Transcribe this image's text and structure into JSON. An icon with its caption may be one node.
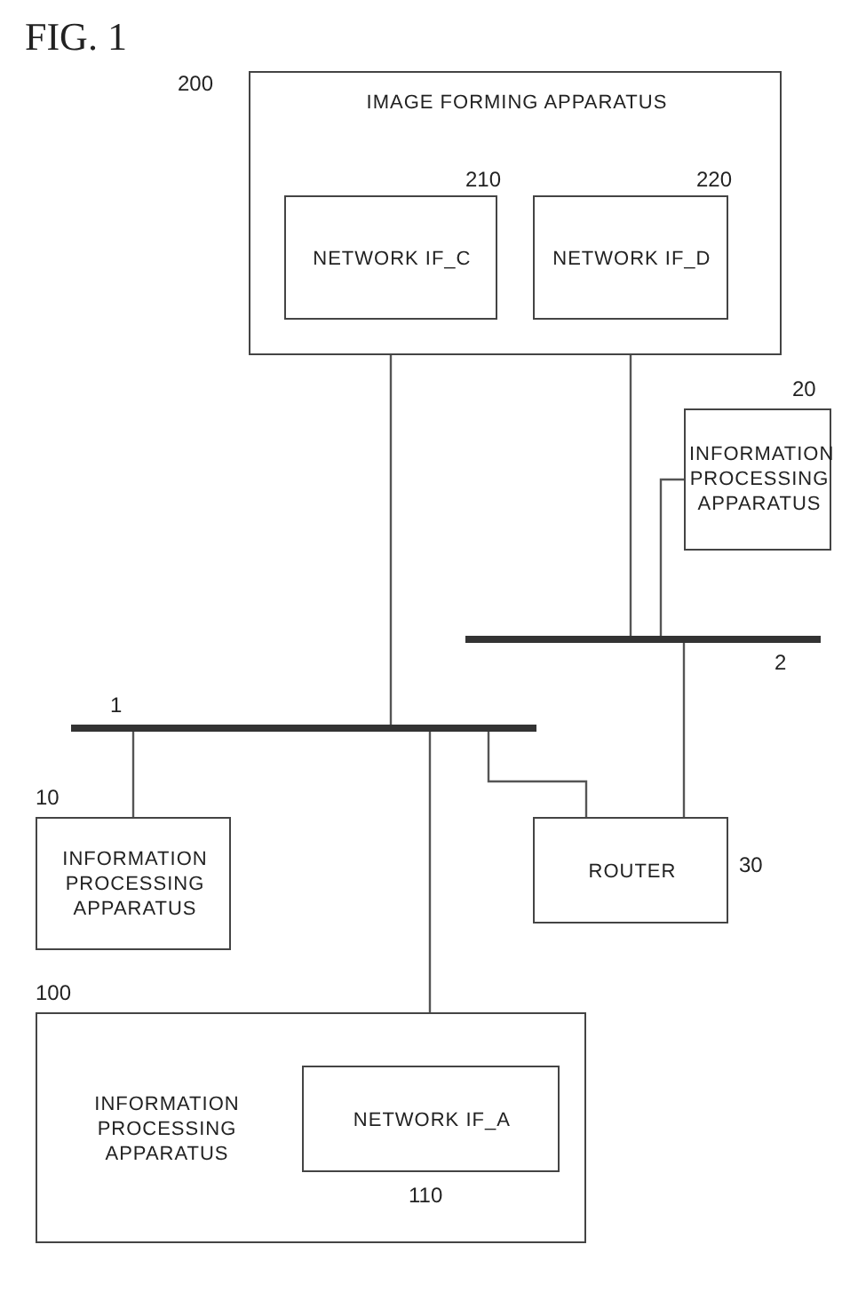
{
  "diagram": {
    "title": "FIG. 1",
    "nodes": [
      {
        "text": [
          "IMAGE FORMING APPARATUS"
        ],
        "beside": [
          "200"
        ]
      },
      {
        "text": [
          "NETWORK IF_C"
        ],
        "in": 0,
        "beside": [
          "210"
        ]
      },
      {
        "text": [
          "NETWORK IF_D"
        ],
        "in": 0,
        "beside": [
          "220"
        ]
      },
      {
        "text": [
          "INFORMATION PROCESSING APPARATUS"
        ],
        "beside": [
          "20"
        ]
      },
      {
        "text": [],
        "shape": "bar",
        "beside": [
          "2"
        ]
      },
      {
        "text": [],
        "shape": "bar",
        "beside": [
          "1"
        ]
      },
      {
        "text": [
          "INFORMATION PROCESSING APPARATUS"
        ],
        "beside": [
          "10"
        ]
      },
      {
        "text": [
          "ROUTER"
        ],
        "beside": [
          "30"
        ]
      },
      {
        "text": [
          "INFORMATION PROCESSING APPARATUS"
        ],
        "beside": [
          "100"
        ]
      },
      {
        "text": [
          "NETWORK IF_A"
        ],
        "in": 8,
        "beside": [
          "110"
        ]
      }
    ],
    "edges": [
      {
        "from": 1,
        "to": 5,
        "arrow": "none"
      },
      {
        "from": 2,
        "to": 4,
        "arrow": "none"
      },
      {
        "from": 3,
        "to": 4,
        "arrow": "none"
      },
      {
        "from": 5,
        "to": 6,
        "arrow": "none"
      },
      {
        "from": 5,
        "to": 9,
        "arrow": "none"
      },
      {
        "from": 5,
        "to": 7,
        "arrow": "none"
      },
      {
        "from": 4,
        "to": 7,
        "arrow": "none"
      }
    ]
  }
}
